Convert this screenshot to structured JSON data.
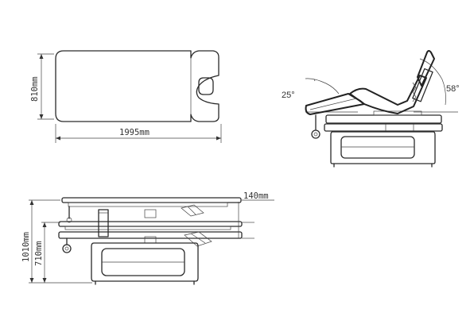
{
  "top_view": {
    "length_label": "1995mm",
    "width_label": "810mm"
  },
  "side_view": {
    "backrest_angle_label": "58°",
    "legrest_angle_label": "25°"
  },
  "front_view": {
    "offset_label": "140mm",
    "max_height_label": "1010mm",
    "min_height_label": "710mm"
  }
}
